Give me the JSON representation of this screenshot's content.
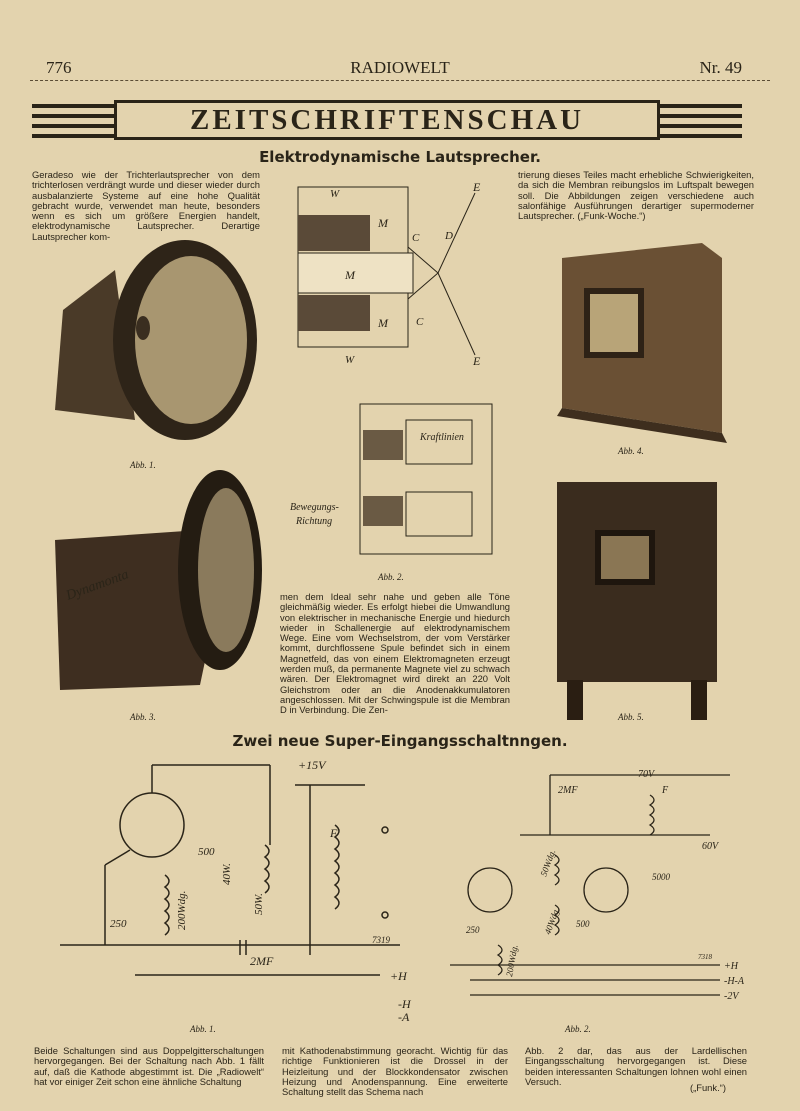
{
  "header": {
    "page_number": "776",
    "magazine": "RADIOWELT",
    "issue": "Nr. 49"
  },
  "banner": "ZEITSCHRIFTENSCHAU",
  "article1": {
    "title": "Elektrodynamische Lautsprecher.",
    "col1": "Geradeso wie der Trichterlautsprecher von dem trichterlosen verdrängt wurde und dieser wieder durch ausbalanzierte Systeme auf eine hohe Qualität gebracht wurde, verwendet man heute, besonders wenn es sich um größere Energien handelt, elektrodynamische Lautsprecher. Derartige Lautsprecher kom-",
    "col2": "men dem Ideal sehr nahe und geben alle Töne gleichmäßig wieder. Es erfolgt hiebei die Umwandlung von elektrischer in mechanische Energie und hiedurch wieder in Schallenergie auf elektrodynamischem Wege. Eine vom Wechselstrom, der vom Verstärker kommt, durchflossene Spule befindet sich in einem Magnetfeld, das von einem Elektromagneten erzeugt werden muß, da permanente Magnete viel zu schwach wären. Der Elektromagnet wird direkt an 220 Volt Gleichstrom oder an die Anodenakkumulatoren angeschlossen. Mit der Schwingspule ist die Membran D in Verbindung. Die Zen-",
    "col3": "trierung dieses Teiles macht erhebliche Schwierigkeiten, da sich die Membran reibungslos im Luftspalt bewegen soll. Die Abbildungen zeigen verschiedene auch salonfähige Ausführungen derartiger supermoderner Lautsprecher. („Funk-Woche.“)",
    "captions": {
      "abb1": "Abb. 1.",
      "abb2": "Abb. 2.",
      "abb3": "Abb. 3.",
      "abb4": "Abb. 4.",
      "abb5": "Abb. 5."
    },
    "diagram_labels": {
      "w": "W",
      "m": "M",
      "c": "C",
      "d": "D",
      "e": "E",
      "kraftlinien": "Kraftlinien",
      "bewegung1": "Bewegungs-",
      "bewegung2": "Richtung",
      "brand": "Dynamonta"
    }
  },
  "article2": {
    "title": "Zwei neue Super-Eingangsschaltnngen.",
    "captions": {
      "abb1": "Abb. 1.",
      "abb2": "Abb. 2."
    },
    "circuit1_labels": {
      "v": "+15V",
      "f": "F",
      "c500": "500",
      "w40": "40W.",
      "w50": "50W.",
      "c250": "250",
      "wdg200": "200Wdg.",
      "mf2": "2MF",
      "num": "7319",
      "ph": "+H",
      "mh": "-H",
      "ma": "-A"
    },
    "circuit2_labels": {
      "mf2": "2MF",
      "v70": "70V",
      "f": "F",
      "v60": "60V",
      "c5000": "5000",
      "wdg50": "50Wdg.",
      "wdg40": "40Wdg.",
      "c500": "500",
      "c250": "250",
      "wdg200": "200Wdg.",
      "num": "7318",
      "ph": "+H",
      "mha": "-H-A",
      "mv": "-2V"
    },
    "col1": "Beide Schaltungen sind aus Doppelgitterschaltungen hervorgegangen. Bei der Schaltung nach Abb. 1 fällt auf, daß die Kathode abgestimmt ist. Die „Radiowelt“ hat vor einiger Zeit schon eine ähnliche Schaltung",
    "col2": "mit Kathodenabstimmung georacht. Wichtig für das richtige Funktionieren ist die Drossel in der Heizleitung und der Blockkondensator zwischen Heizung und Anodenspannung. Eine erweiterte Schaltung stellt das Schema nach",
    "col3": "Abb. 2 dar, das aus der Lardellischen Eingangsschaltung hervorgegangen ist. Diese beiden interessanten Schaltungen lohnen wohl einen Versuch.",
    "source": "(„Funk.“)"
  }
}
